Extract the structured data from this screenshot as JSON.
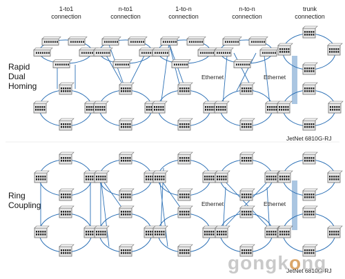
{
  "columns": [
    {
      "line1": "1-to1",
      "line2": "connection"
    },
    {
      "line1": "n-to1",
      "line2": "connection"
    },
    {
      "line1": "1-to-n",
      "line2": "connection"
    },
    {
      "line1": "n-to-n",
      "line2": "connection"
    },
    {
      "line1": "trunk",
      "line2": "connection"
    }
  ],
  "rows": [
    {
      "line1": "Rapid",
      "line2": "Dual",
      "line3": "Homing"
    },
    {
      "line1": "Ring",
      "line2": "Coupling"
    }
  ],
  "notes": {
    "ethernet_top_c3": "Ethernet",
    "ethernet_top_c4": "Ethernet",
    "ethernet_bot_c3": "Ethernet",
    "ethernet_bot_c4": "Ethernet",
    "jetnet_top": "JetNet 6810G-RJ",
    "jetnet_bot": "JetNet 6810G-RJ"
  },
  "watermark": "gongkong",
  "colors": {
    "ring": "#2a6fb5",
    "device_body": "#e6e6e6",
    "device_edge": "#6b6b6b",
    "port": "#222222"
  }
}
